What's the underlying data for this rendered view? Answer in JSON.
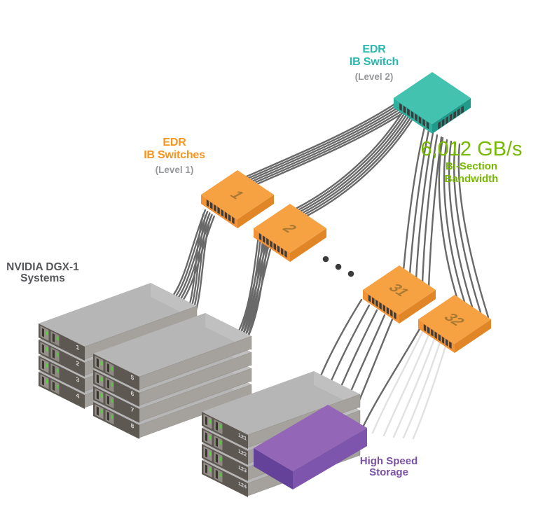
{
  "labels": {
    "level2": {
      "line1": "EDR",
      "line2": "IB Switch",
      "level": "(Level 2)"
    },
    "level1": {
      "line1": "EDR",
      "line2": "IB Switches",
      "level": "(Level 1)"
    },
    "bandwidth": {
      "value": "6,012 GB/s",
      "line1": "Bi-Section",
      "line2": "Bandwidth"
    },
    "systems": {
      "line1": "NVIDIA DGX-1",
      "line2": "Systems"
    },
    "storage": {
      "line1": "High Speed",
      "line2": "Storage"
    }
  },
  "switches": {
    "level1_numbers": [
      "1",
      "2",
      "31",
      "32"
    ]
  },
  "servers": {
    "stacks": [
      {
        "units": [
          "1",
          "2",
          "3",
          "4"
        ]
      },
      {
        "units": [
          "5",
          "6",
          "7",
          "8"
        ]
      },
      {
        "units": [
          "121",
          "122",
          "123",
          "124"
        ]
      }
    ]
  },
  "colors": {
    "teal_text": "#2ab7ae",
    "orange_text": "#f8941d",
    "green_text": "#76b900",
    "purple_text": "#7b51a3",
    "dark_gray_text": "#54565a",
    "label_gray": "#97999c",
    "cable": "#696969",
    "switch_orange_top": "#f6a243",
    "switch_teal_top": "#43c2b0",
    "storage_purple_top": "#9366b7",
    "server_top_gray": "#b6b6b6"
  }
}
